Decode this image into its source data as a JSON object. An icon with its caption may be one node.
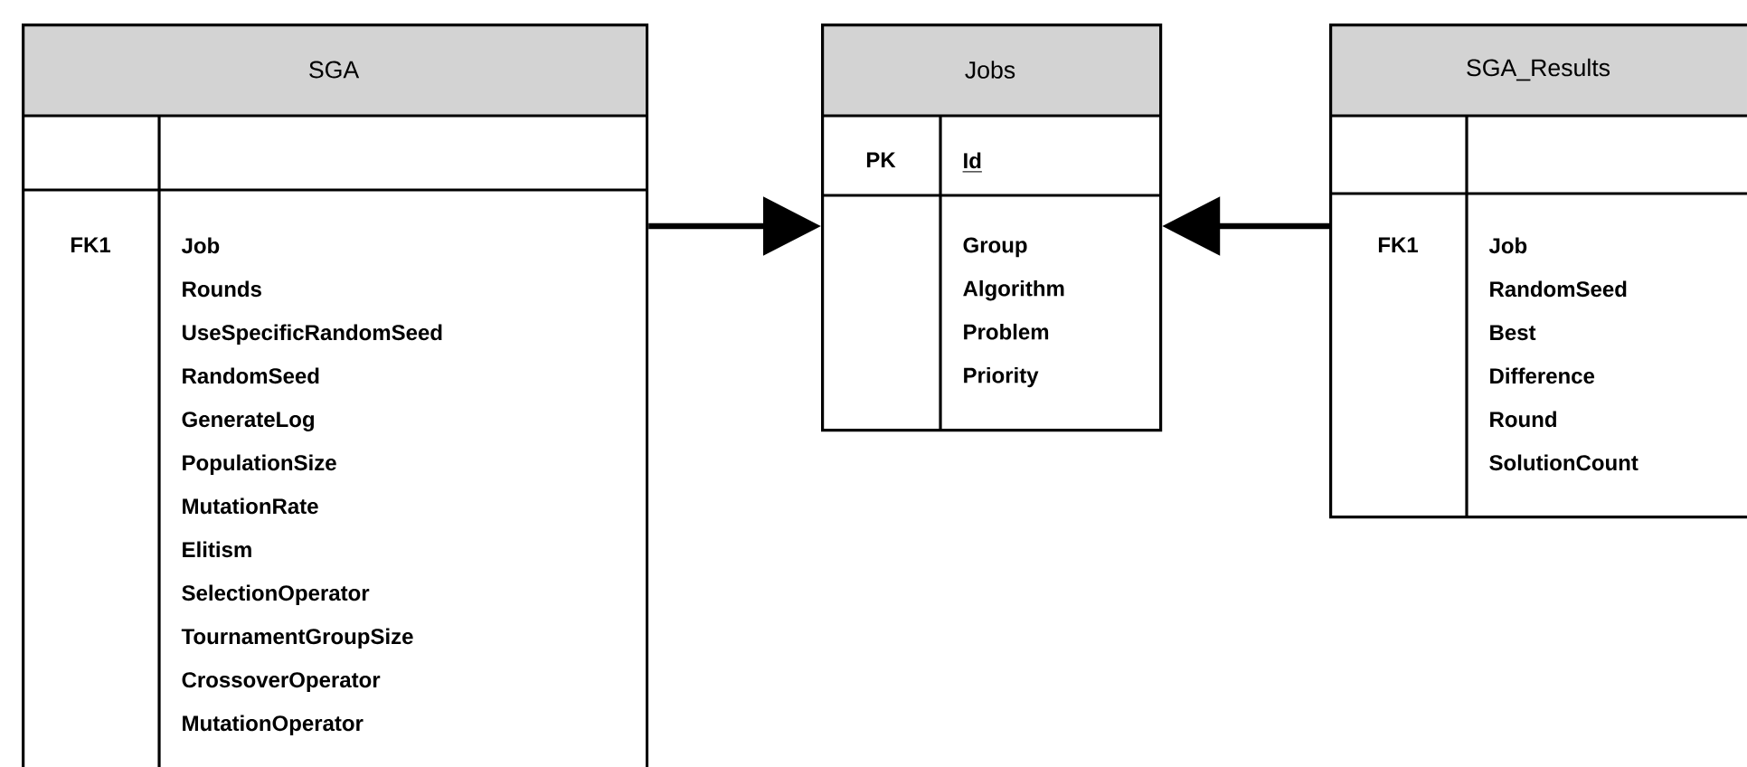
{
  "diagram": {
    "nodes": [
      {
        "text": [
          "SGA"
        ]
      },
      {
        "text": [
          "FK1"
        ],
        "in": 0
      },
      {
        "text": [
          "Job",
          "Rounds",
          "UseSpecificRandomSeed",
          "RandomSeed",
          "GenerateLog",
          "PopulationSize",
          "MutationRate",
          "Elitism",
          "SelectionOperator",
          "TournamentGroupSize",
          "CrossoverOperator",
          "MutationOperator"
        ],
        "in": 0
      },
      {
        "text": [
          "Jobs"
        ]
      },
      {
        "text": [
          "PK"
        ],
        "in": 3
      },
      {
        "text": [
          "Id"
        ],
        "in": 3
      },
      {
        "text": [
          "Group",
          "Algorithm",
          "Problem",
          "Priority"
        ],
        "in": 3
      },
      {
        "text": [
          "SGA_Results"
        ]
      },
      {
        "text": [
          "FK1"
        ],
        "in": 7
      },
      {
        "text": [
          "Job",
          "RandomSeed",
          "Best",
          "Difference",
          "Round",
          "SolutionCount"
        ],
        "in": 7
      }
    ],
    "edges": [
      {
        "from": 0,
        "to": 3,
        "arrow": "to"
      },
      {
        "from": 7,
        "to": 3,
        "arrow": "to"
      }
    ]
  }
}
